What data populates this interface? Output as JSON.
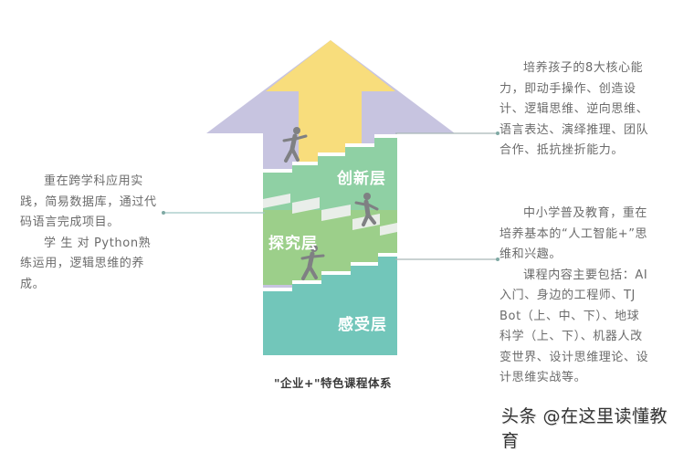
{
  "colors": {
    "arrow_outer": "#c7c4e0",
    "arrow_inner": "#f8dd7c",
    "layer_innovation": "#8fd0a4",
    "layer_inquiry": "#9ccf8a",
    "layer_perception": "#72c6ba",
    "steps": "#ffffff",
    "connector": "#9fc8c4",
    "figure": "#7f8083",
    "body_text": "#6b6b6b"
  },
  "layers": [
    {
      "name": "innovation",
      "label": "创新层"
    },
    {
      "name": "inquiry",
      "label": "探究层"
    },
    {
      "name": "perception",
      "label": "感受层"
    }
  ],
  "annotations": {
    "left": {
      "paragraphs": [
        "重在跨学科应用实践，简易数据库，通过代码语言完成项目。",
        "学 生 对 Python熟练运用，逻辑思维的养成。"
      ]
    },
    "right_top": {
      "paragraphs": [
        "培养孩子的8大核心能力，即动手操作、创造设计、逻辑思维、逆向思维、语言表达、演绎推理、团队合作、抵抗挫折能力。"
      ]
    },
    "right_bottom": {
      "paragraphs": [
        "中小学普及教育，重在培养基本的“人工智能+”思维和兴趣。",
        "课程内容主要包括：AI入门、身边的工程师、TJ Bot（上、中、下）、地球科学（上、下）、机器人改变世界、设计思维理论、设计思维实战等。"
      ]
    }
  },
  "caption": "\"企业+\"特色课程体系",
  "watermark": "头条 @在这里读懂教育",
  "icons": {
    "runner": "person-running-icon"
  }
}
